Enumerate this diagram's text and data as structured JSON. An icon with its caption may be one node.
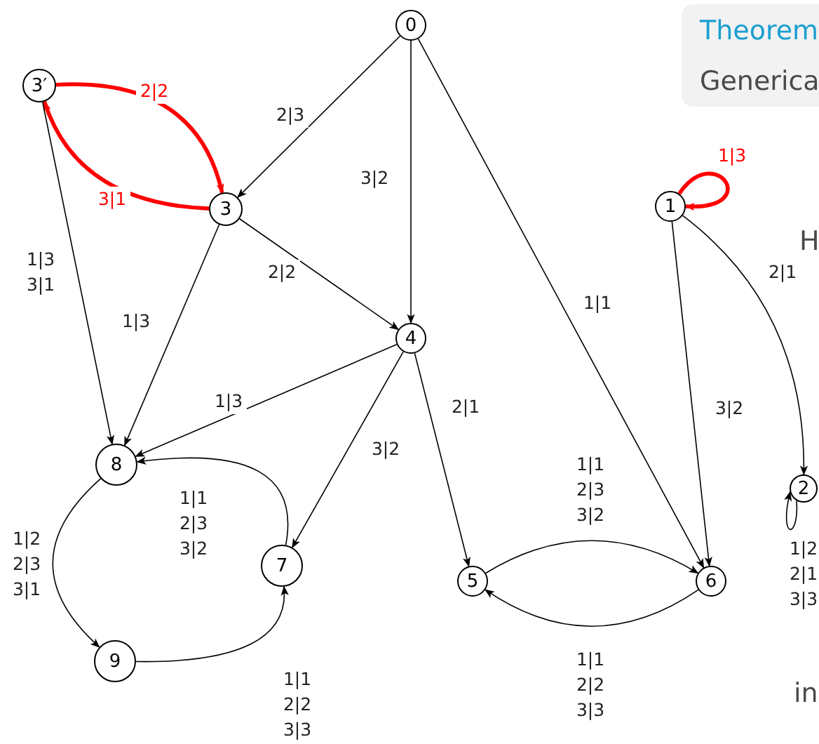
{
  "diagram": {
    "nodes": [
      {
        "text": [
          "0"
        ]
      },
      {
        "text": [
          "Theorem",
          "Generica"
        ]
      },
      {
        "text": [
          "3′"
        ]
      },
      {
        "text": [
          "3"
        ]
      },
      {
        "text": [
          "1"
        ]
      },
      {
        "text": [
          "4"
        ]
      },
      {
        "text": [
          "8"
        ]
      },
      {
        "text": [
          "2"
        ]
      },
      {
        "text": [
          "7"
        ]
      },
      {
        "text": [
          "5"
        ]
      },
      {
        "text": [
          "6"
        ]
      },
      {
        "text": [
          "9"
        ]
      }
    ],
    "edges": [
      {
        "from": 0,
        "to": 3,
        "arrow": "to",
        "label": "2|3"
      },
      {
        "from": 0,
        "to": 5,
        "arrow": "to",
        "label": "3|2"
      },
      {
        "from": 0,
        "to": 10,
        "arrow": "to",
        "label": "1|1"
      },
      {
        "from": 2,
        "to": 3,
        "arrow": "to",
        "label": "2|2",
        "style": "thick",
        "color": "#ff0000"
      },
      {
        "from": 3,
        "to": 2,
        "arrow": "to",
        "label": "3|1",
        "style": "thick",
        "color": "#ff0000"
      },
      {
        "from": 2,
        "to": 6,
        "arrow": "to",
        "label": "1|3 3|1"
      },
      {
        "from": 3,
        "to": 6,
        "arrow": "to",
        "label": "1|3"
      },
      {
        "from": 3,
        "to": 5,
        "arrow": "to",
        "label": "2|2"
      },
      {
        "from": 5,
        "to": 6,
        "arrow": "to",
        "label": "1|3"
      },
      {
        "from": 5,
        "to": 8,
        "arrow": "to",
        "label": "3|2"
      },
      {
        "from": 5,
        "to": 9,
        "arrow": "to",
        "label": "2|1"
      },
      {
        "from": 4,
        "to": 4,
        "arrow": "to",
        "label": "1|3",
        "style": "thick",
        "color": "#ff0000"
      },
      {
        "from": 4,
        "to": 10,
        "arrow": "to",
        "label": "3|2"
      },
      {
        "from": 4,
        "to": 7,
        "arrow": "to",
        "label": "2|1"
      },
      {
        "from": 7,
        "to": 7,
        "arrow": "to",
        "label": "1|2 2|1 3|3"
      },
      {
        "from": 8,
        "to": 6,
        "arrow": "to",
        "label": "1|1 2|3 3|2"
      },
      {
        "from": 6,
        "to": 11,
        "arrow": "to",
        "label": "1|2 2|3 3|1"
      },
      {
        "from": 11,
        "to": 8,
        "arrow": "to",
        "label": "1|1 2|2 3|3"
      },
      {
        "from": 9,
        "to": 10,
        "arrow": "to",
        "label": "1|1 2|3 3|2"
      },
      {
        "from": 10,
        "to": 9,
        "arrow": "to",
        "label": "1|1 2|2 3|3"
      }
    ],
    "labels": [
      "H",
      "in"
    ]
  }
}
